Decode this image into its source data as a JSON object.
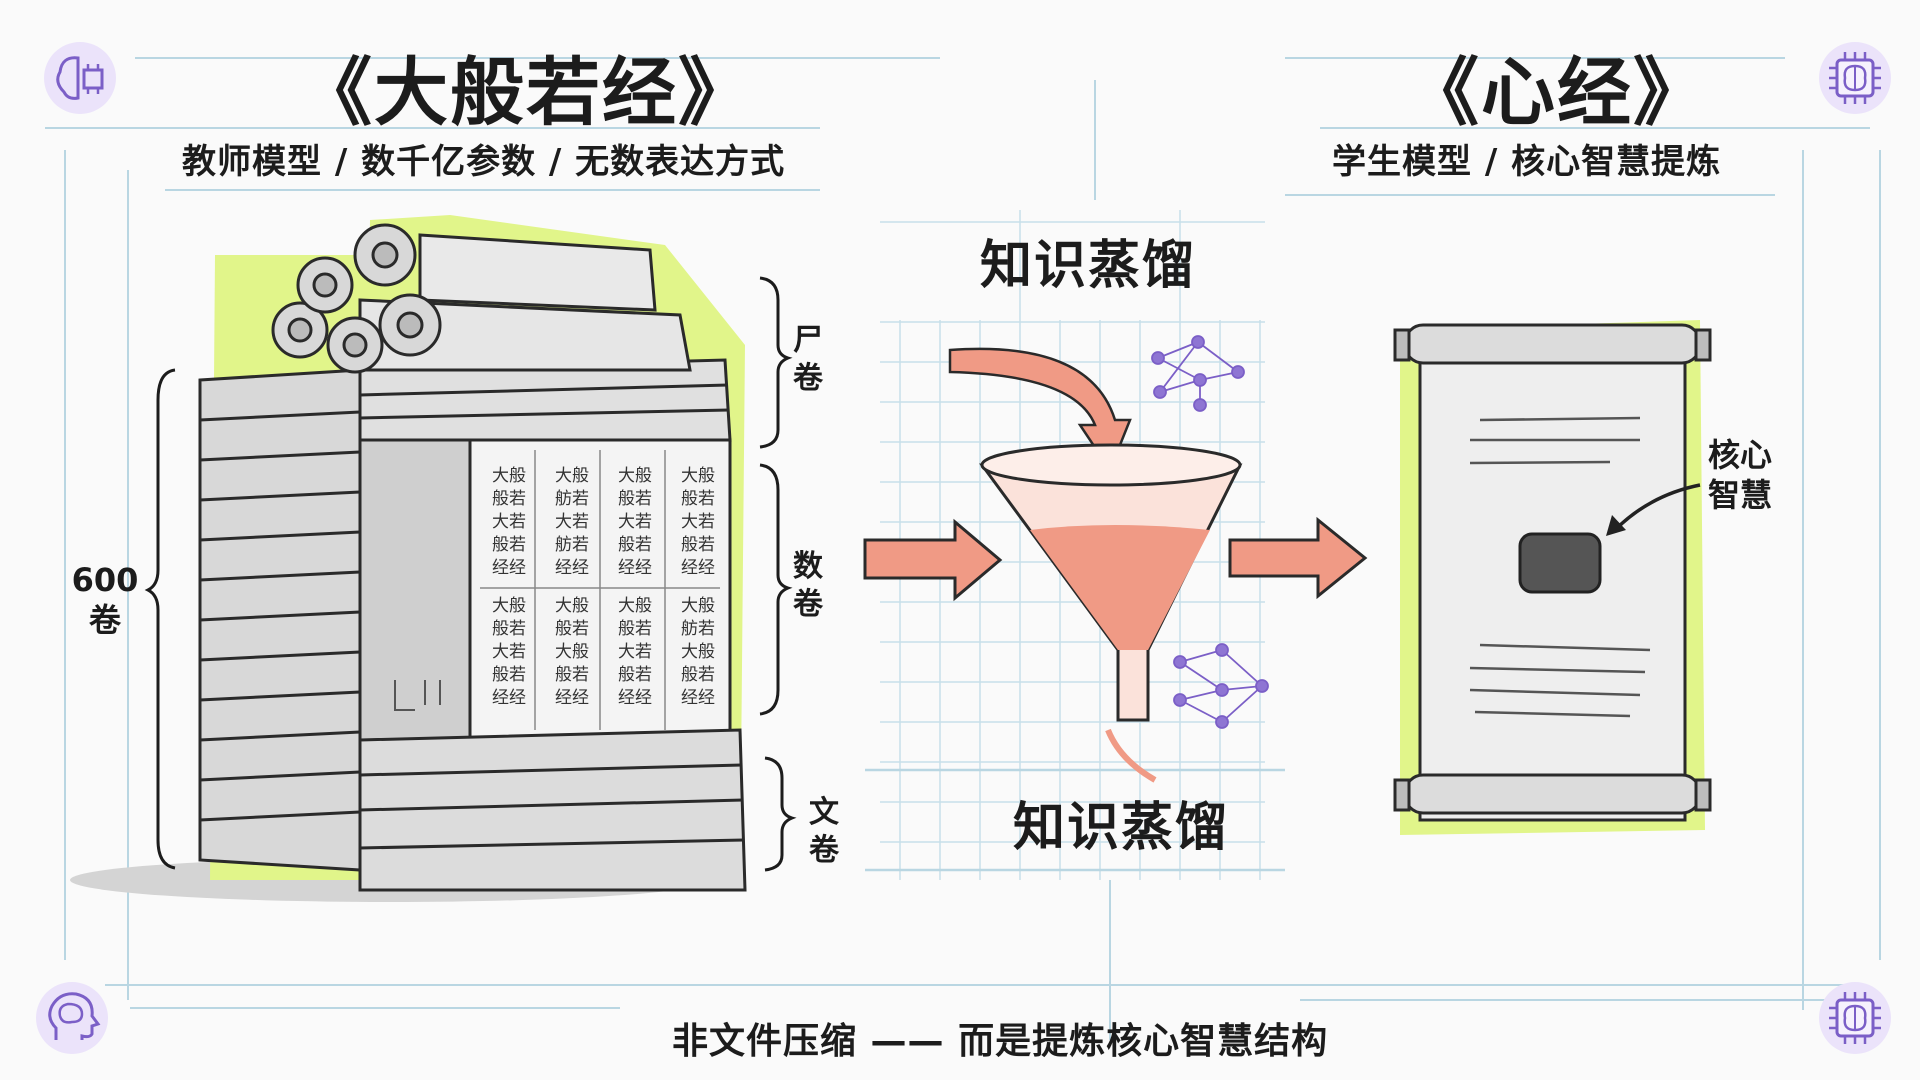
{
  "left": {
    "title": "《大般若经》",
    "subtitle": "教师模型 / 数千亿参数 / 无数表达方式",
    "total_label": "600卷",
    "page_cells": [
      "大般般若大若般若经经",
      "大般舫若大若舫若经经",
      "大般般若大若般若经经",
      "大般般若大若般若经经",
      "大般般若大若般若经经",
      "大般般若大般般若经经",
      "大般般若大若般若经经",
      "大般舫若大般般若经经"
    ],
    "braces": [
      "尸卷",
      "数卷",
      "文卷"
    ]
  },
  "center": {
    "label_top": "知识蒸馏",
    "label_bottom": "知识蒸馏"
  },
  "right": {
    "title": "《心经》",
    "subtitle": "学生模型 / 核心智慧提炼",
    "core_label": "核心智慧"
  },
  "footer": {
    "text": "非文件压缩 —— 而是提炼核心智慧结构"
  },
  "icons": [
    "brain-chip-icon",
    "brain-chip-icon",
    "head-brain-icon",
    "brain-chip-icon",
    "neural-network-icon",
    "neural-network-icon"
  ],
  "colors": {
    "accent_salmon": "#f09a85",
    "highlight_lime": "#d9f07a",
    "icon_purple": "#7b5fc7",
    "icon_bg": "#ebe3fa",
    "grid_blue": "#b9d6e2"
  }
}
